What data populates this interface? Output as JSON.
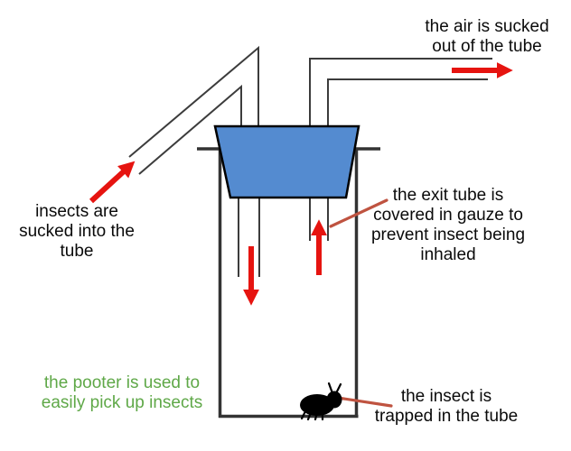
{
  "figure": {
    "type": "labeled-science-diagram",
    "subject": "pooter (insect collecting device)"
  },
  "labels": {
    "air_out": "the air is sucked\nout of the tube",
    "insects_in": "insects are\nsucked into the\ntube",
    "gauze": "the exit tube is\ncovered in gauze to\nprevent insect being\ninhaled",
    "pooter": "the pooter is used to\neasily pick up insects",
    "trapped": "the insect is\ntrapped in the tube"
  },
  "colors": {
    "background": "#ffffff",
    "text_black": "#0a0a0a",
    "green_text": "#5fa848",
    "stopper_blue": "#548bd0",
    "stopper_outline": "#000000",
    "arrow_red": "#e61410",
    "pointer_brown": "#bf5340",
    "line_dark": "#3c3c3c",
    "jar_dark": "#333333",
    "insect_black": "#000000"
  },
  "icons": {
    "insect": "black bug silhouette"
  }
}
